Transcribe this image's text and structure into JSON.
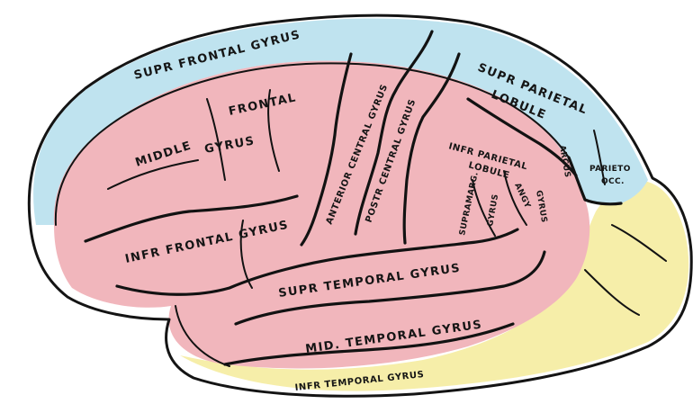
{
  "colors": {
    "superior_region": "#bfe3ef",
    "middle_region": "#f1b6bc",
    "inferior_region": "#f6eea9",
    "outline": "#141414",
    "background": "#ffffff"
  },
  "labels": {
    "supr_frontal_gyrus": "SUPR FRONTAL GYRUS",
    "middle": "MIDDLE",
    "frontal": "FRONTAL",
    "gyrus_middle": "GYRUS",
    "infr_frontal_gyrus": "INFR FRONTAL GYRUS",
    "anterior_central_gyrus": "ANTERIOR CENTRAL GYRUS",
    "postr_central_gyrus": "POSTR CENTRAL GYRUS",
    "supr_parietal": "SUPR PARIETAL",
    "lobule_sup": "LOBULE",
    "infr_parietal": "INFR PARIETAL",
    "lobule_inf": "LOBULE",
    "supramarg": "SUPRAMARG.",
    "gyrus_supramarg": "GYRUS",
    "angy": "ANGY",
    "gyrus_angular": "GYRUS",
    "arcus": "ARCUS",
    "parieto": "PARIETO",
    "occ": "OCC.",
    "supr_temporal_gyrus": "SUPR TEMPORAL GYRUS",
    "mid_temporal_gyrus": "MID. TEMPORAL GYRUS",
    "infr_temporal_gyrus": "INFR TEMPORAL GYRUS"
  }
}
